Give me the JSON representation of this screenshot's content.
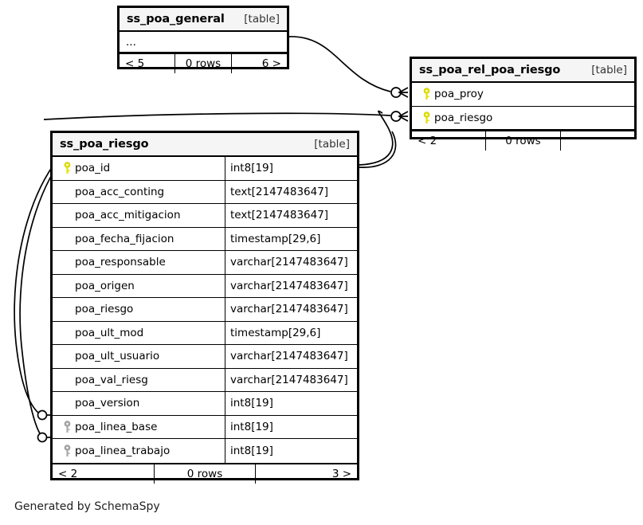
{
  "diagram": {
    "caption": "Generated by SchemaSpy",
    "kind_label": "[table]",
    "colors": {
      "primary_key": "#e3e300",
      "foreign_key": "#aaaaaa",
      "header_bg": "#f5f5f5",
      "border": "#000000",
      "background": "#ffffff"
    }
  },
  "tables": [
    {
      "id": "ss_poa_general",
      "name": "ss_poa_general",
      "kind": "[table]",
      "collapsed_row": "...",
      "footer": {
        "left": "< 5",
        "center": "0 rows",
        "right": "6 >"
      },
      "columns": []
    },
    {
      "id": "ss_poa_rel_poa_riesgo",
      "name": "ss_poa_rel_poa_riesgo",
      "kind": "[table]",
      "footer": {
        "left": "< 2",
        "center": "0 rows",
        "right": ""
      },
      "columns": [
        {
          "name": "poa_proy",
          "type": "",
          "key": "primary"
        },
        {
          "name": "poa_riesgo",
          "type": "",
          "key": "primary"
        }
      ]
    },
    {
      "id": "ss_poa_riesgo",
      "name": "ss_poa_riesgo",
      "kind": "[table]",
      "footer": {
        "left": "< 2",
        "center": "0 rows",
        "right": "3 >"
      },
      "columns": [
        {
          "name": "poa_id",
          "type": "int8[19]",
          "key": "primary"
        },
        {
          "name": "poa_acc_conting",
          "type": "text[2147483647]",
          "key": "none"
        },
        {
          "name": "poa_acc_mitigacion",
          "type": "text[2147483647]",
          "key": "none"
        },
        {
          "name": "poa_fecha_fijacion",
          "type": "timestamp[29,6]",
          "key": "none"
        },
        {
          "name": "poa_responsable",
          "type": "varchar[2147483647]",
          "key": "none"
        },
        {
          "name": "poa_origen",
          "type": "varchar[2147483647]",
          "key": "none"
        },
        {
          "name": "poa_riesgo",
          "type": "varchar[2147483647]",
          "key": "none"
        },
        {
          "name": "poa_ult_mod",
          "type": "timestamp[29,6]",
          "key": "none"
        },
        {
          "name": "poa_ult_usuario",
          "type": "varchar[2147483647]",
          "key": "none"
        },
        {
          "name": "poa_val_riesg",
          "type": "varchar[2147483647]",
          "key": "none"
        },
        {
          "name": "poa_version",
          "type": "int8[19]",
          "key": "none"
        },
        {
          "name": "poa_linea_base",
          "type": "int8[19]",
          "key": "foreign"
        },
        {
          "name": "poa_linea_trabajo",
          "type": "int8[19]",
          "key": "foreign"
        }
      ]
    }
  ],
  "relationships": [
    {
      "from": "ss_poa_general",
      "to": "ss_poa_rel_poa_riesgo.poa_proy"
    },
    {
      "from": "ss_poa_riesgo.poa_id",
      "to": "ss_poa_rel_poa_riesgo.poa_riesgo"
    },
    {
      "from": "ss_poa_riesgo.poa_id",
      "to": "ss_poa_riesgo.poa_linea_base"
    },
    {
      "from": "ss_poa_riesgo.poa_id",
      "to": "ss_poa_riesgo.poa_linea_trabajo"
    }
  ]
}
